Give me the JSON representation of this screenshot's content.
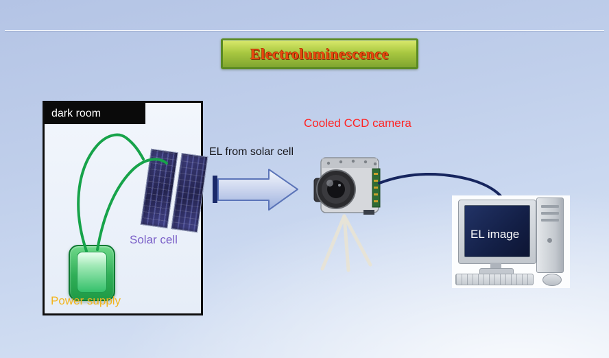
{
  "slide": {
    "title": "Electroluminescence"
  },
  "dark_room": {
    "label": "dark room",
    "solar_cell_label": "Solar cell",
    "power_supply_label": "Power supply"
  },
  "flow": {
    "el_from_label": "EL from solar cell"
  },
  "camera": {
    "label": "Cooled CCD camera"
  },
  "computer": {
    "screen_label": "EL image"
  },
  "colors": {
    "title_text": "#e8490f",
    "title_bg_top": "#d9e96b",
    "title_bg_bottom": "#7fa52f",
    "title_border": "#5a8a23",
    "solar_label": "#7a5fc8",
    "power_label": "#f2b51e",
    "camera_label": "#ff2222",
    "wire_green": "#17a34a",
    "arrow_outline": "#5b74b8",
    "cable_navy": "#16255e",
    "screen_label_text": "#ffffff"
  }
}
